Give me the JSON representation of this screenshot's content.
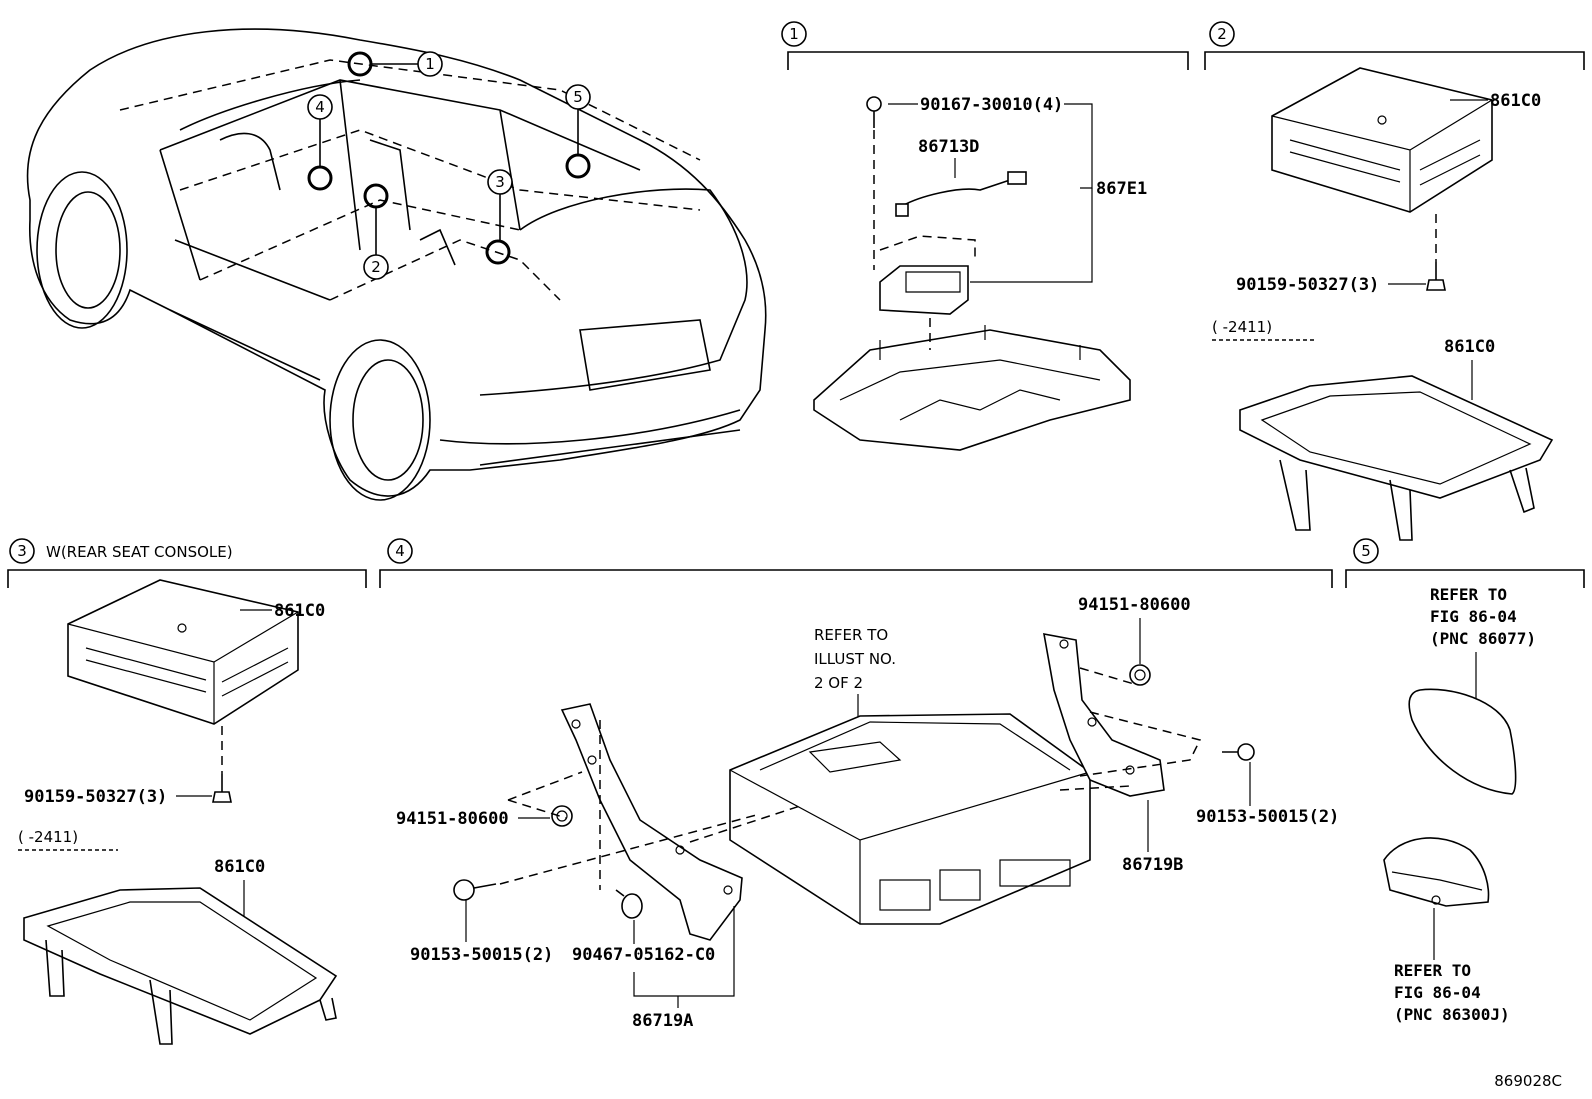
{
  "diagram_code": "869028C",
  "sections": [
    {
      "number": "1"
    },
    {
      "number": "2"
    },
    {
      "number": "3",
      "caption": "W(REAR SEAT CONSOLE)"
    },
    {
      "number": "4"
    },
    {
      "number": "5"
    }
  ],
  "vehicle_callouts": [
    "1",
    "2",
    "3",
    "4",
    "5"
  ],
  "section1": {
    "bolt": "90167-30010(4)",
    "harness": "86713D",
    "assembly": "867E1"
  },
  "section2": {
    "ecu": "861C0",
    "bolt": "90159-50327(3)",
    "date_range": "(      -2411)",
    "tray": "861C0"
  },
  "section3": {
    "ecu": "861C0",
    "bolt": "90159-50327(3)",
    "date_range": "(      -2411)",
    "tray": "861C0"
  },
  "section4": {
    "refer_note": [
      "REFER TO",
      "ILLUST NO.",
      "2 OF 2"
    ],
    "nut_right": "94151-80600",
    "bolt_right": "90153-50015(2)",
    "bracket_right": "86719B",
    "nut_left": "94151-80600",
    "bolt_left": "90153-50015(2)",
    "clip": "90467-05162-C0",
    "bracket_left": "86719A"
  },
  "section5": {
    "antenna_ref": [
      "REFER TO",
      "FIG 86-04",
      "(PNC 86077)"
    ],
    "base_ref": [
      "REFER TO",
      "FIG 86-04",
      "(PNC 86300J)"
    ]
  }
}
